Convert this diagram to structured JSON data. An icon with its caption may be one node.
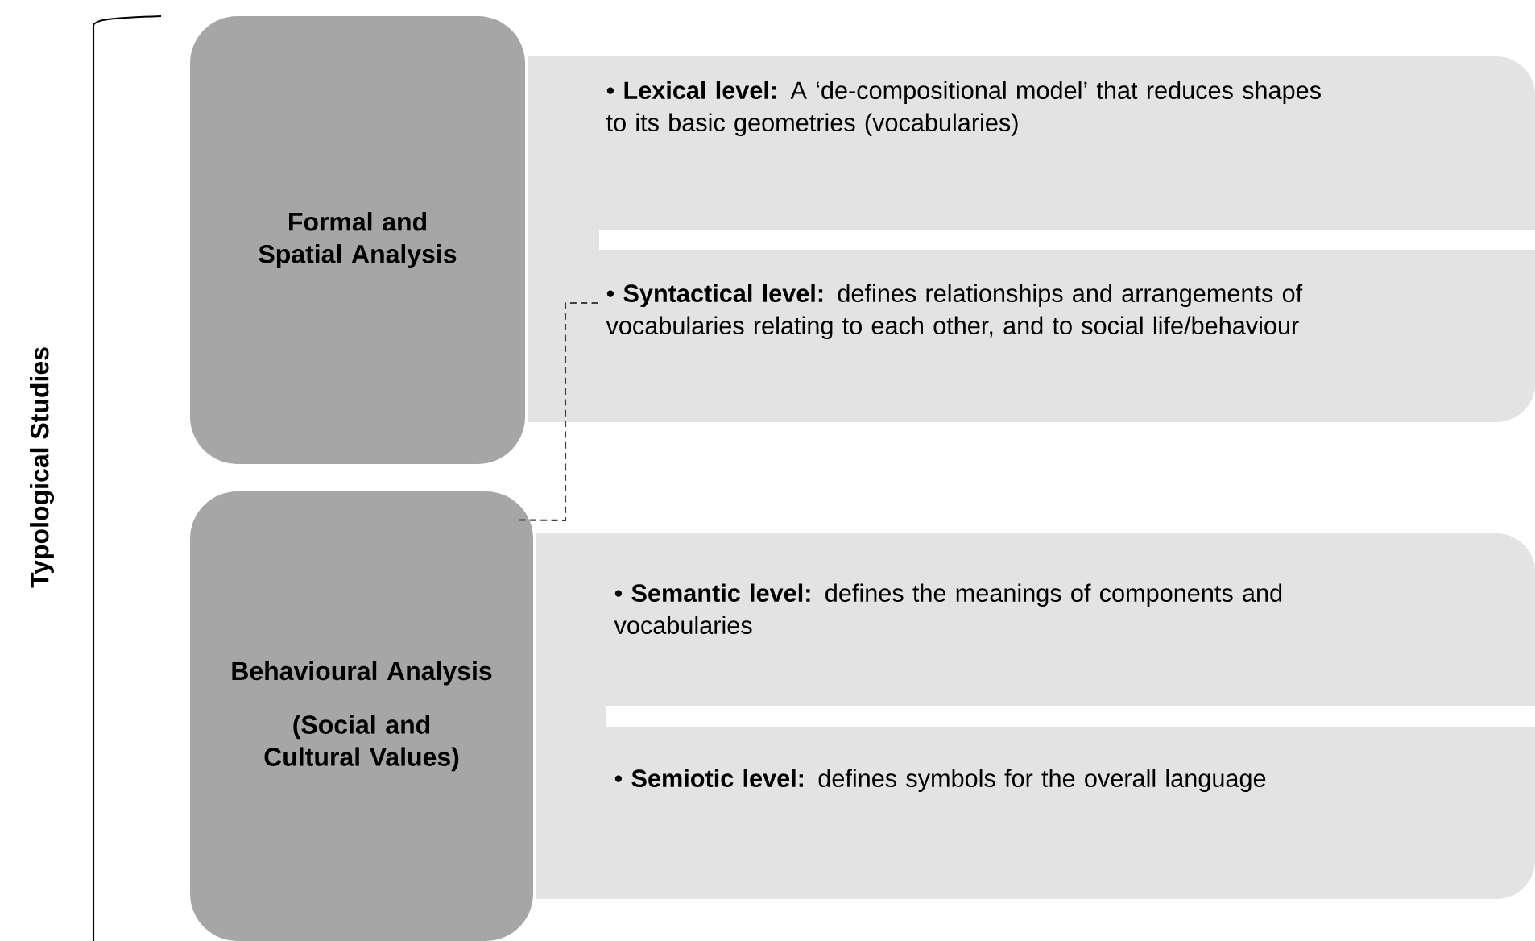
{
  "diagram": {
    "nodes": [
      {
        "text": [
          "Formal and Spatial Analysis"
        ]
      },
      {
        "text": [
          "• **Lexical level:** A ‘de-compositional model’ that reduces shapes to its basic geometries (vocabularies)"
        ]
      },
      {
        "text": [
          "• **Syntactical level:** defines relationships and arrangements of vocabularies relating to each other, and to social life/behaviour"
        ]
      },
      {
        "text": [
          "Behavioural Analysis",
          "(Social and Cultural Values)"
        ]
      },
      {
        "text": [
          "• **Semantic level:** defines the meanings of components and vocabularies"
        ]
      },
      {
        "text": [
          "• **Semiotic level:** defines symbols for the overall language"
        ]
      }
    ],
    "edges": [
      {
        "from": 3,
        "to": 2,
        "arrow": "none",
        "style": "dashed"
      }
    ],
    "labels": [
      "Typological Studies"
    ]
  }
}
